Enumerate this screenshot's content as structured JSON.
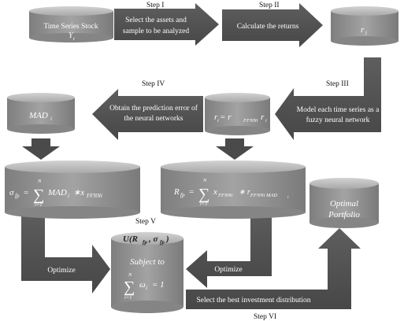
{
  "steps": {
    "s1": "Step I",
    "s2": "Step II",
    "s3": "Step III",
    "s4": "Step IV",
    "s5": "Step V",
    "s6": "Step VI"
  },
  "arrows": {
    "select_assets": [
      "Select the assets and",
      "sample to be analyzed"
    ],
    "calc_returns": "Calculate the returns",
    "model_fnn": [
      "Model each time series as a",
      "fuzzy neural network"
    ],
    "prediction_error": [
      "Obtain the prediction error of",
      "the neural networks"
    ],
    "optimize_left": "Optimize",
    "optimize_right": "Optimize",
    "best_distribution": "Select the best investment distribution"
  },
  "cylinders": {
    "stock": [
      "Time Series Stock",
      "Y",
      "t"
    ],
    "ri": "r",
    "ri_sub": "i",
    "ri_model": "r = r",
    "mad": "MAD",
    "optimal": [
      "Optimal",
      "Portfolio"
    ]
  },
  "formulas": {
    "sigma_lhs": "σ",
    "sigma_lhs_sub": "fp",
    "sigma_rhs": "MAD",
    "sigma_rhs_sub": "i",
    "sigma_mult": "∗x",
    "sigma_mult_sub": "FFNNi",
    "r_lhs": "R",
    "r_lhs_sub": "fp",
    "r_rhs": "x",
    "r_rhs_sub": "FFNNi",
    "r_mult": "∗ r",
    "r_mult_sub": "FFNNi MAD",
    "r_mult_sub2": "i",
    "sum_top": "N",
    "sum_bottom": "i=1",
    "utility": "U(R",
    "utility_sub1": "fp",
    "utility_mid": ", σ",
    "utility_sub2": "fp",
    "utility_end": ")",
    "subject_to": "Subject to",
    "constraint": "ω",
    "constraint_sub": "i",
    "constraint_eq": "= 1"
  },
  "colors": {
    "cyl_body": "#8f8f8f",
    "cyl_top": "#bcbcbc",
    "arrow_fill": "#555555",
    "arrow_dark": "#3f3f3f"
  }
}
